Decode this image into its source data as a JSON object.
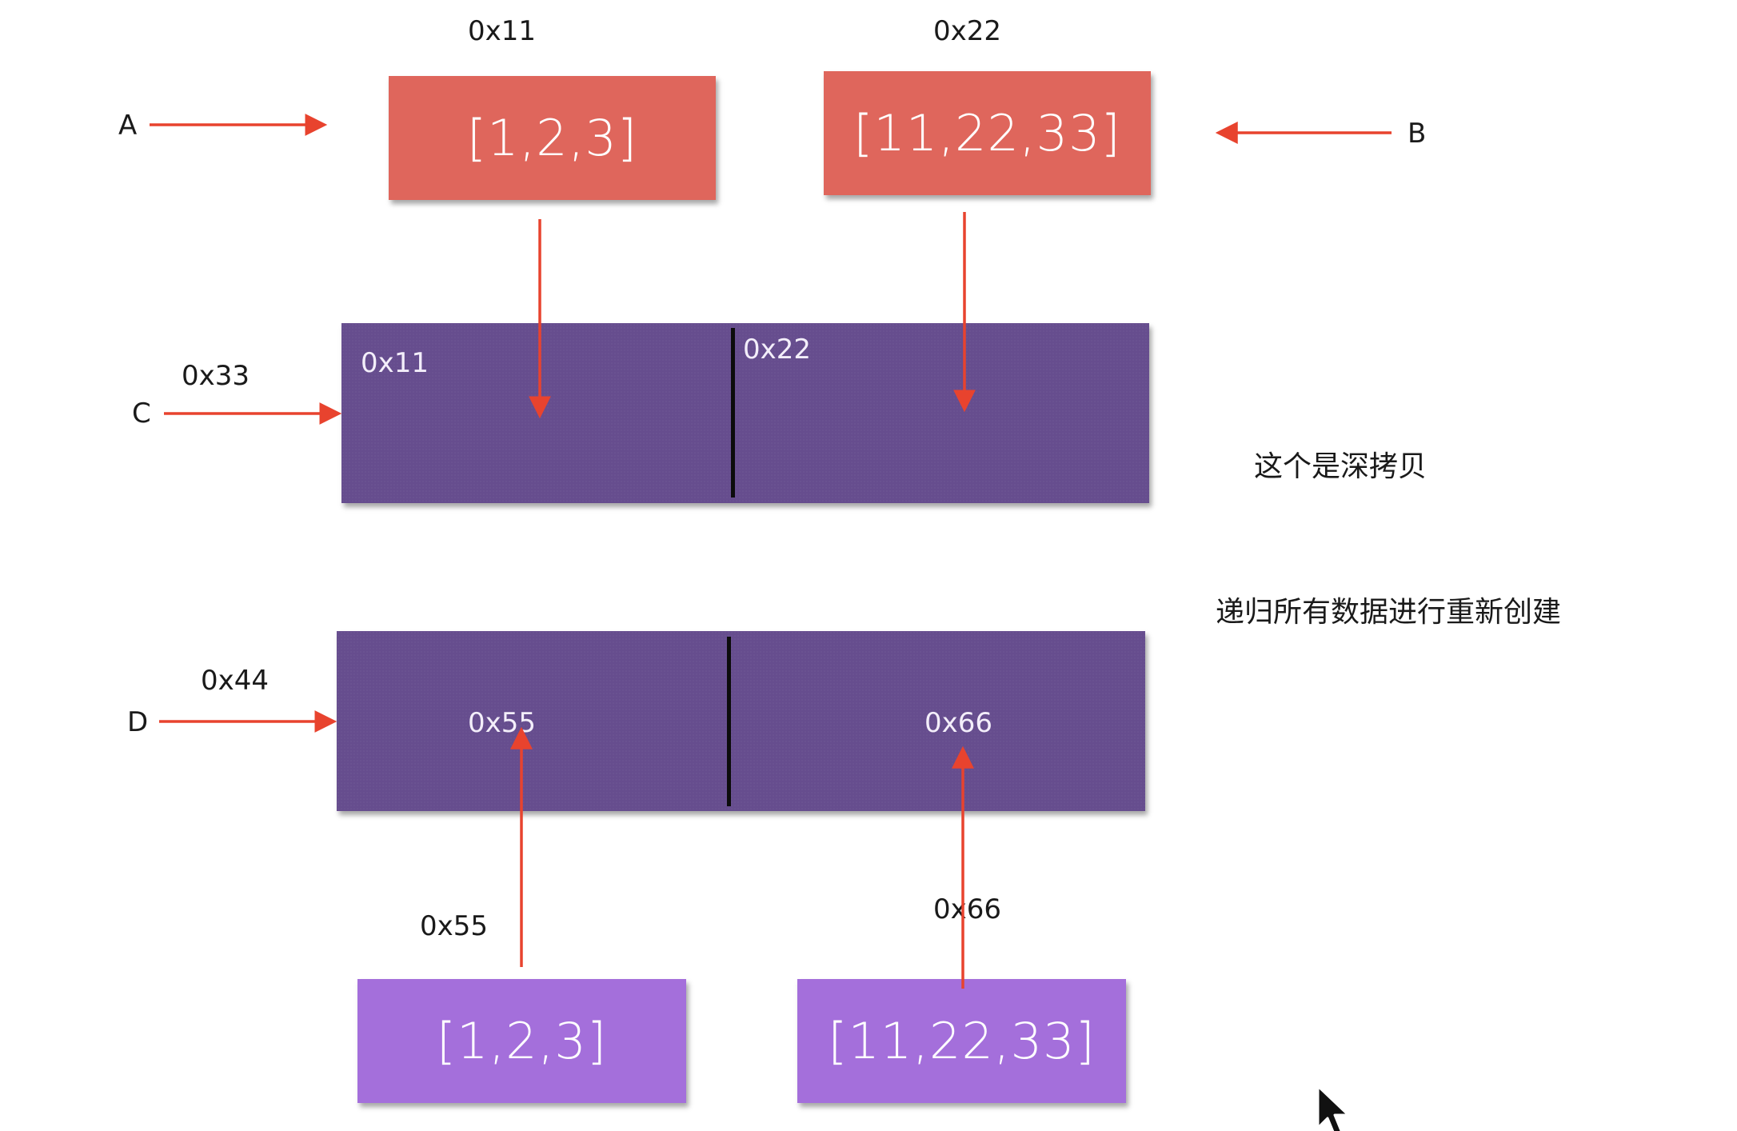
{
  "pointers": {
    "a": "A",
    "b": "B",
    "c": "C",
    "d": "D"
  },
  "addresses": {
    "a_top": "0x11",
    "b_top": "0x22",
    "c_ref": "0x33",
    "d_ref": "0x44",
    "src1_ref": "0x55",
    "src2_ref": "0x66"
  },
  "source_lists": {
    "first": "[1,2,3]",
    "second": "[11,22,33]"
  },
  "copied_lists": {
    "first": "[1,2,3]",
    "second": "[11,22,33]"
  },
  "container_c": {
    "slot_left": "0x11",
    "slot_right": "0x22"
  },
  "container_d": {
    "slot_left": "0x55",
    "slot_right": "0x66"
  },
  "notes": {
    "deep_copy": "这个是深拷贝",
    "recursive": "递归所有数据进行重新创建"
  },
  "colors": {
    "source_box": "#df665c",
    "copied_box": "#a46fdb",
    "container": "#664d8e",
    "arrow": "#e8432e"
  },
  "icons": {
    "cursor": "mouse-pointer-icon"
  }
}
